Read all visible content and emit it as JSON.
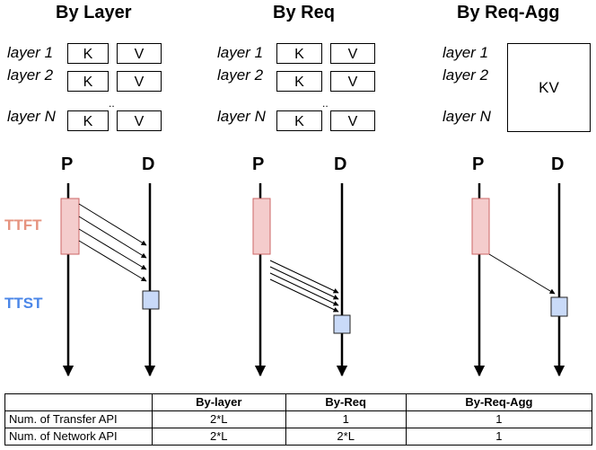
{
  "titles": {
    "by_layer": "By Layer",
    "by_req": "By Req",
    "by_req_agg": "By Req-Agg"
  },
  "layer_labels": {
    "l1": "layer 1",
    "l2": "layer 2",
    "ln": "layer N"
  },
  "kv": {
    "k": "K",
    "v": "V",
    "agg": "KV",
    "dots": ".."
  },
  "roles": {
    "prefill": "P",
    "decode": "D"
  },
  "metrics": {
    "ttft": "TTFT",
    "ttst": "TTST"
  },
  "colors": {
    "prefill_fill": "#f4cccc",
    "prefill_stroke": "#cc6666",
    "decode_fill": "#c9daf8",
    "decode_stroke": "#222222",
    "ttft": "#e06666",
    "ttst": "#4a86e8"
  },
  "table": {
    "headers": [
      "",
      "By-layer",
      "By-Req",
      "By-Req-Agg"
    ],
    "rows": [
      [
        "Num. of Transfer API",
        "2*L",
        "1",
        "1"
      ],
      [
        "Num. of Network API",
        "2*L",
        "2*L",
        "1"
      ]
    ]
  }
}
